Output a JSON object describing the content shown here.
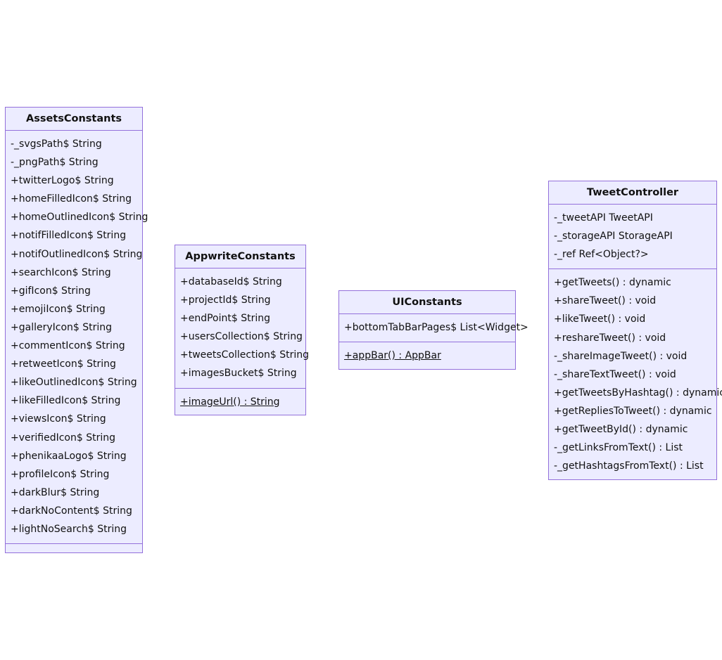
{
  "diagram": {
    "classes": [
      {
        "name": "AssetsConstants",
        "attributes": [
          "-_svgsPath$ String",
          "-_pngPath$ String",
          "+twitterLogo$ String",
          "+homeFilledIcon$ String",
          "+homeOutlinedIcon$ String",
          "+notifFilledIcon$ String",
          "+notifOutlinedIcon$ String",
          "+searchIcon$ String",
          "+gifIcon$ String",
          "+emojiIcon$ String",
          "+galleryIcon$ String",
          "+commentIcon$ String",
          "+retweetIcon$ String",
          "+likeOutlinedIcon$ String",
          "+likeFilledIcon$ String",
          "+viewsIcon$ String",
          "+verifiedIcon$ String",
          "+phenikaaLogo$ String",
          "+profileIcon$ String",
          "+darkBlur$ String",
          "+darkNoContent$ String",
          "+lightNoSearch$ String"
        ],
        "methods": []
      },
      {
        "name": "AppwriteConstants",
        "attributes": [
          "+databaseId$ String",
          "+projectId$ String",
          "+endPoint$ String",
          "+usersCollection$ String",
          "+tweetsCollection$ String",
          "+imagesBucket$ String"
        ],
        "methods": [
          "+imageUrl() : String"
        ]
      },
      {
        "name": "UIConstants",
        "attributes": [
          "+bottomTabBarPages$ List<Widget>"
        ],
        "methods": [
          "+appBar() : AppBar"
        ]
      },
      {
        "name": "TweetController",
        "attributes": [
          "-_tweetAPI TweetAPI",
          "-_storageAPI StorageAPI",
          "-_ref Ref<Object?>"
        ],
        "methods": [
          "+getTweets() : dynamic",
          "+shareTweet() : void",
          "+likeTweet() : void",
          "+reshareTweet() : void",
          "-_shareImageTweet() : void",
          "-_shareTextTweet() : void",
          "+getTweetsByHashtag() : dynamic",
          "+getRepliesToTweet() : dynamic",
          "+getTweetById() : dynamic",
          "-_getLinksFromText() : List",
          "-_getHashtagsFromText() : List"
        ]
      }
    ]
  },
  "colors": {
    "box_fill": "#ececff",
    "box_border": "#9370db",
    "text": "#111111",
    "background": "#ffffff"
  }
}
